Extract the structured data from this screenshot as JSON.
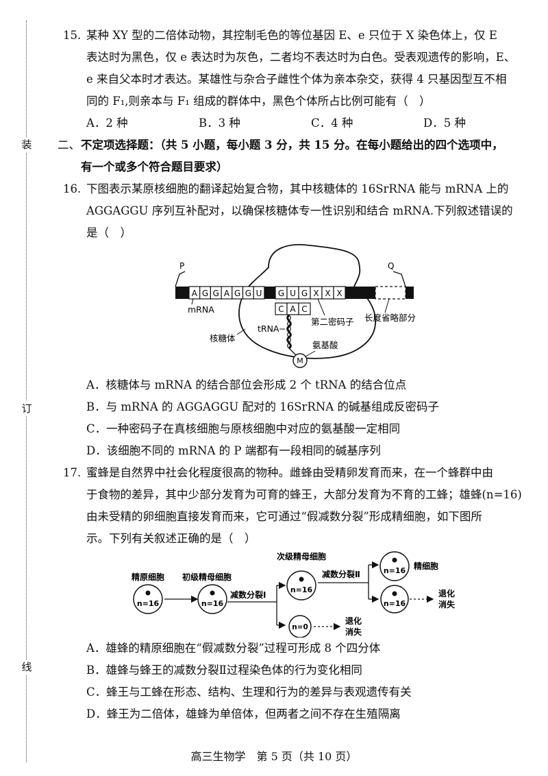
{
  "binding": {
    "top": "装",
    "middle": "订",
    "bottom": "线"
  },
  "q15": {
    "number": "15.",
    "lines": [
      "某种 XY 型的二倍体动物，其控制毛色的等位基因 E、e 只位于 X 染色体上，仅 E",
      "表达时为黑色，仅 e 表达时为灰色，二者均不表达时为白色。受表观遗传的影响，E、",
      "e 来自父本时才表达。某雄性与杂合子雌性个体为亲本杂交，获得 4 只基因型互不相",
      "同的 F₁,则亲本与 F₁ 组成的群体中，黑色个体所占比例可能有（　）"
    ],
    "options": [
      "A．2 种",
      "B．3 种",
      "C．4 种",
      "D．5 种"
    ]
  },
  "section2": {
    "number": "二、",
    "lines": [
      "不定项选择题：（共 5 小题，每小题 3 分，共 15 分。在每小题给出的四个选项中，",
      "有一个或多个符合题目要求）"
    ]
  },
  "q16": {
    "number": "16.",
    "lines": [
      "下图表示某原核细胞的翻译起始复合物，其中核糖体的 16SrRNA 能与 mRNA 上的",
      "AGGAGGU 序列互补配对，以确保核糖体专一性识别和结合 mRNA.下列叙述错误的",
      "是（　）"
    ],
    "figure": {
      "p_label": "P",
      "q_label": "Q",
      "seq1": [
        "A",
        "G",
        "G",
        "A",
        "G",
        "G",
        "U"
      ],
      "seq2": [
        "G",
        "U",
        "G",
        "X",
        "X",
        "X"
      ],
      "anticodon": [
        "C",
        "A",
        "C"
      ],
      "mrna_label": "mRNA",
      "ribosome_label": "核糖体",
      "trna_label": "tRNA",
      "second_codon_label": "第二密码子",
      "omitted_label": "长度省略部分",
      "amino_acid_label": "氨基酸",
      "m_label": "M"
    },
    "options": [
      "A．核糖体与 mRNA 的结合部位会形成 2 个 tRNA 的结合位点",
      "B．与 mRNA 的 AGGAGGU 配对的 16SrRNA 的碱基组成反密码子",
      "C．一种密码子在真核细胞与原核细胞中对应的氨基酸一定相同",
      "D．该细胞不同的 mRNA 的 P 端都有一段相同的碱基序列"
    ]
  },
  "q17": {
    "number": "17.",
    "lines": [
      "蜜蜂是自然界中社会化程度很高的物种。雌蜂由受精卵发育而来，在一个蜂群中由",
      "于食物的差异，其中少部分发育为可育的蜂王，大部分发育为不育的工蜂；雄蜂(n=16)",
      "由未受精的卵细胞直接发育而来，它可通过“假减数分裂”形成精细胞，如下图所",
      "示。下列有关叙述正确的是（　）"
    ],
    "figure": {
      "spermatogonium": "精原细胞",
      "primary": "初级精母细胞",
      "secondary": "次级精母细胞",
      "sperm": "精细胞",
      "meiosis1": "减数分裂Ⅰ",
      "meiosis2": "减数分裂Ⅱ",
      "degenerate_a": "退化",
      "degenerate_b": "消失",
      "n16": "n=16",
      "n0": "n=0"
    },
    "options": [
      "A．雄蜂的精原细胞在“假减数分裂”过程可形成 8 个四分体",
      "B．雄蜂与蜂王的减数分裂Ⅱ过程染色体的行为变化相同",
      "C．蜂王与工蜂在形态、结构、生理和行为的差异与表观遗传有关",
      "D．蜂王为二倍体，雄蜂为单倍体，但两者之间不存在生殖隔离"
    ]
  },
  "footer": "高三生物学　第 5 页（共 10 页）"
}
